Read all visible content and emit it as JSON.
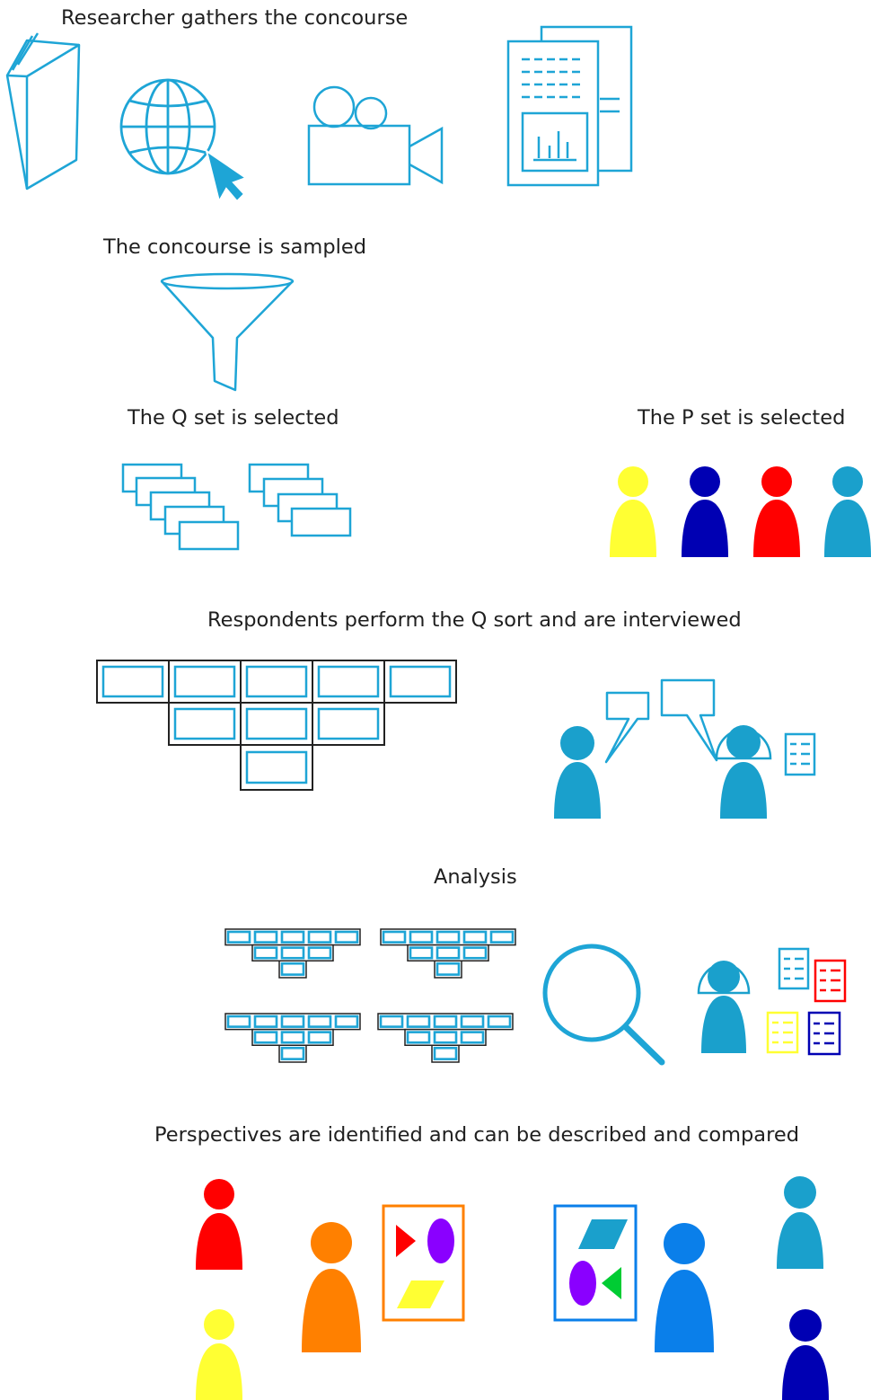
{
  "steps": {
    "gather": "Researcher gathers the concourse",
    "sample": "The concourse is sampled",
    "q_set": "The Q set is selected",
    "p_set": "The P set is selected",
    "sort": "Respondents perform the Q sort and are interviewed",
    "analysis": "Analysis",
    "perspectives": "Perspectives are identified and can be described and compared"
  },
  "icons": {
    "gather": [
      "book-icon",
      "globe-cursor-icon",
      "video-camera-icon",
      "report-documents-icon"
    ],
    "sample": "funnel-icon",
    "q_set": "card-stack-icon",
    "p_set": "person-icon",
    "sort": [
      "q-sort-grid-icon",
      "speech-bubble-icon",
      "interviewer-icon",
      "notes-icon"
    ],
    "analysis": [
      "q-sort-grid-icon",
      "magnifier-icon",
      "analyst-icon",
      "notes-icon"
    ],
    "perspectives": [
      "person-icon",
      "perspective-card-icon"
    ]
  },
  "colors": {
    "line_blue": "#1ea5d6",
    "person_blue": "#1aa0cc",
    "yellow": "#ffff33",
    "navy": "#0000b3",
    "red": "#ff0000",
    "orange": "#ff8000",
    "azure": "#0a7fea",
    "purple": "#8a00ff",
    "green": "#00cc33"
  }
}
